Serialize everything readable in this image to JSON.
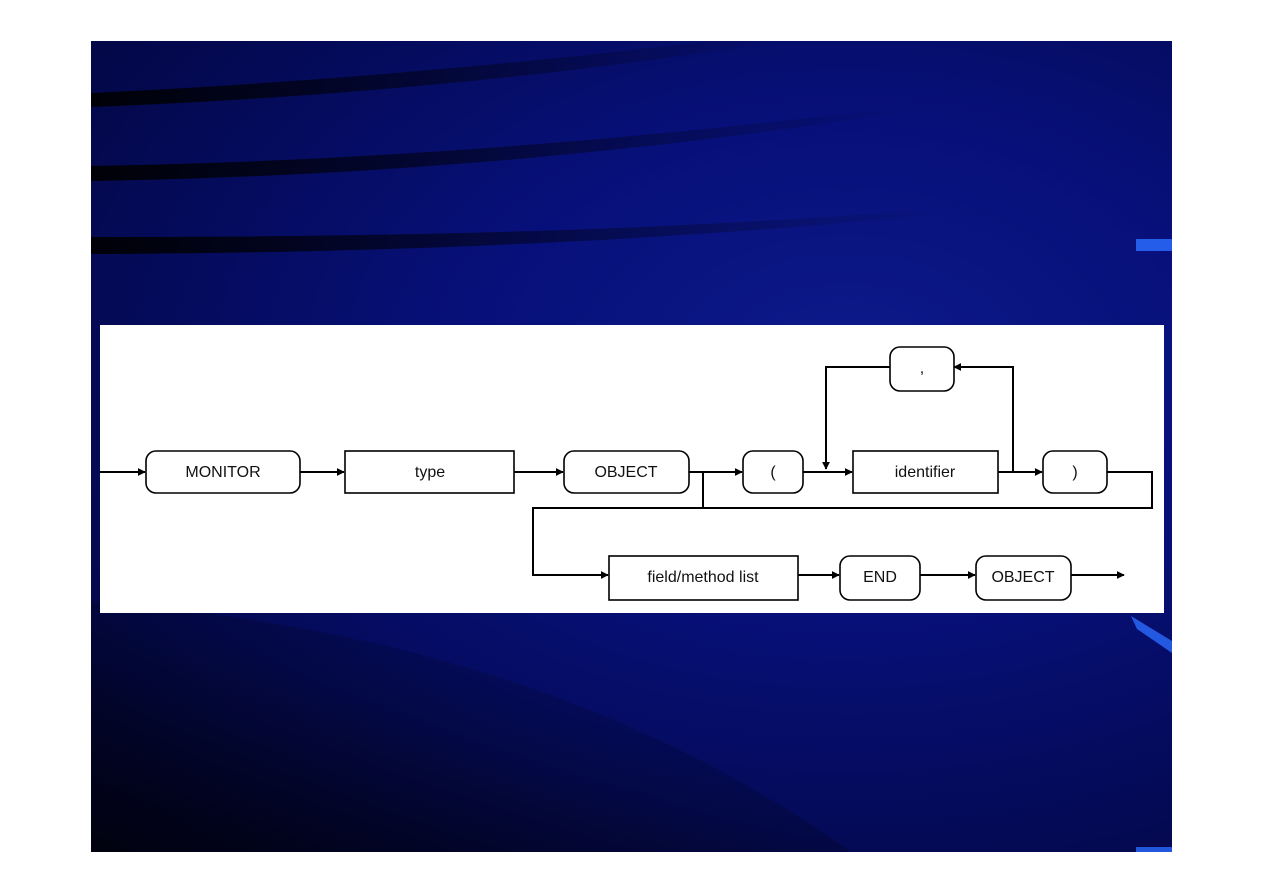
{
  "diagram": {
    "title": "",
    "nodes": {
      "monitor": "MONITOR",
      "type": "type",
      "object1": "OBJECT",
      "lparen": "(",
      "identifier": "identifier",
      "rparen": ")",
      "comma": ",",
      "field_method_list": "field/method list",
      "end": "END",
      "object2": "OBJECT"
    }
  },
  "colors": {
    "slide_background": "#07107a",
    "panel_background": "#ffffff",
    "line_color": "#000000"
  }
}
